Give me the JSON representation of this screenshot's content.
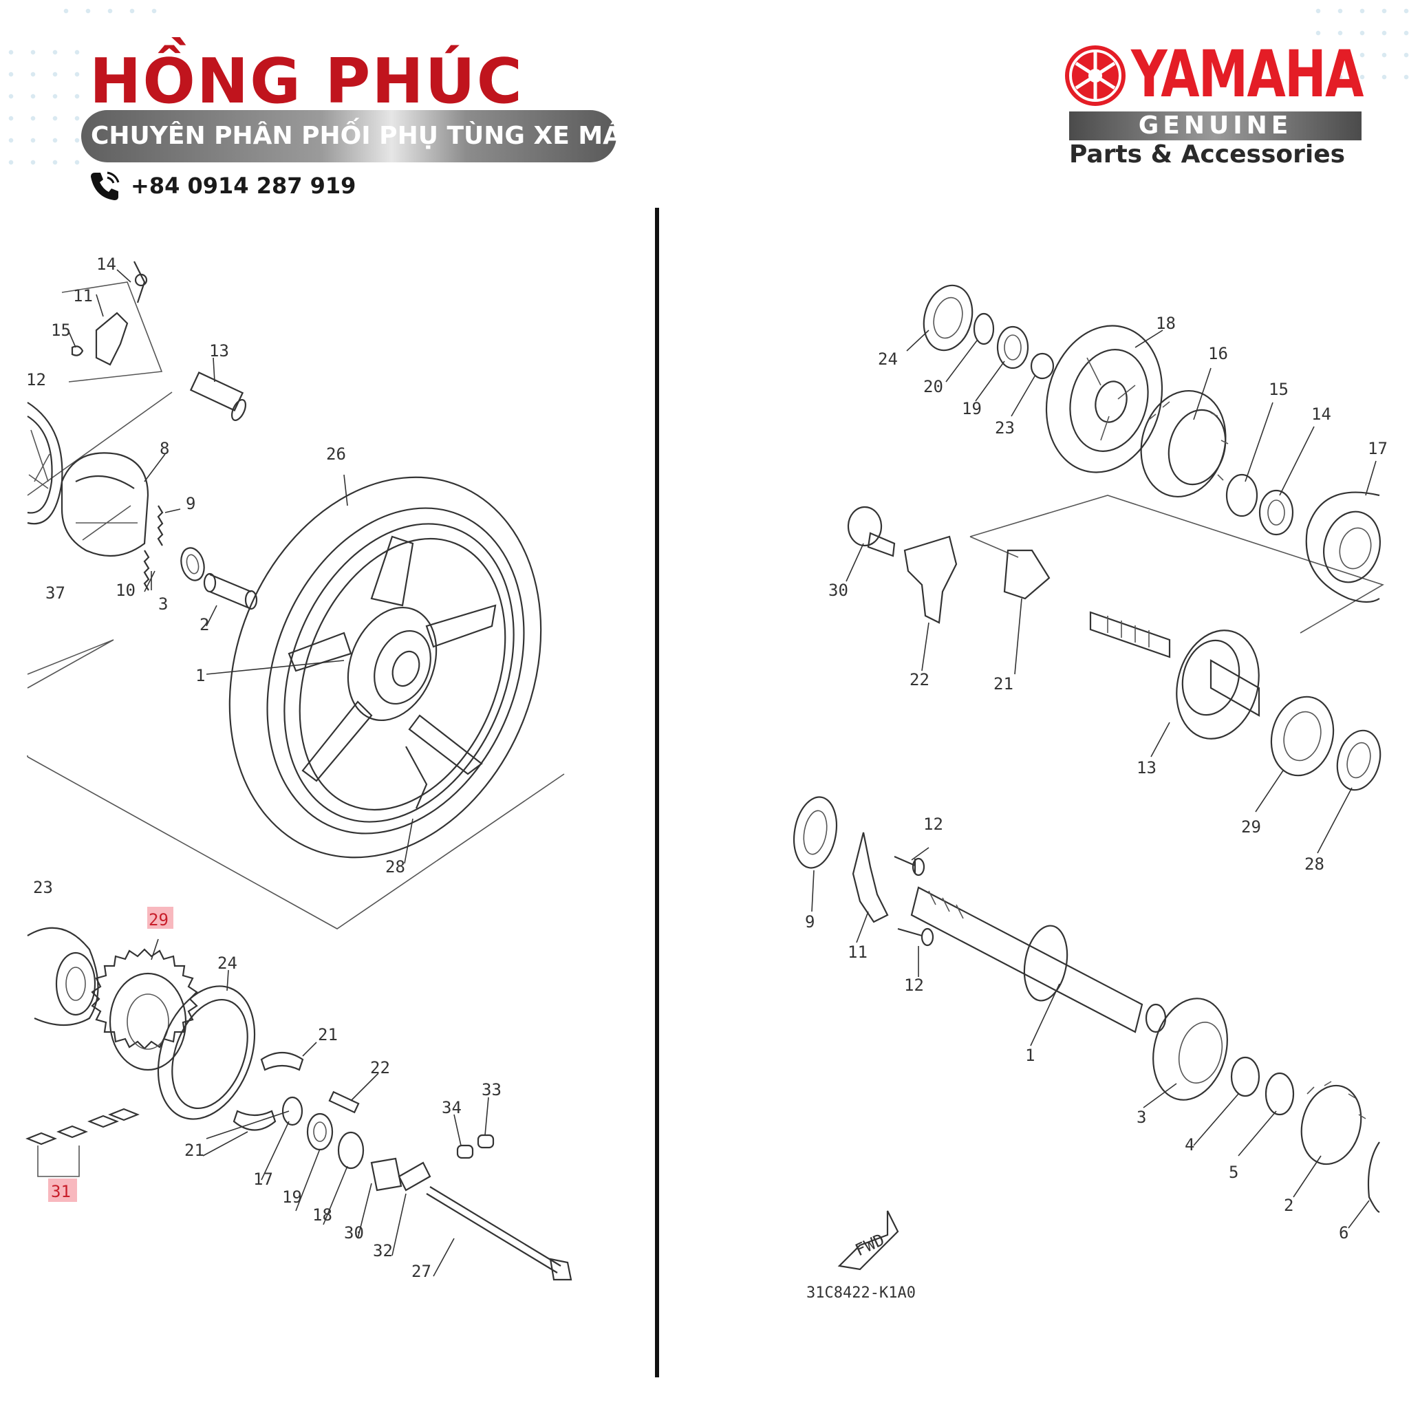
{
  "header": {
    "brand": "HỒNG PHÚC",
    "tagline": "CHUYÊN PHÂN PHỐI PHỤ TÙNG XE MÁY",
    "phone": "+84 0914 287 919"
  },
  "logo": {
    "brand": "YAMAHA",
    "genuine": "GENUINE",
    "subtitle": "Parts & Accessories"
  },
  "icons": {
    "phone": "phone-icon",
    "logo": "yamaha-tuning-fork-icon",
    "fwd": "fwd-arrow-icon"
  },
  "colors": {
    "brand_red": "#c0141d",
    "yamaha_red": "#e41d26",
    "highlight": "#f5a0a8"
  },
  "left_diagram": {
    "labels": [
      "14",
      "11",
      "15",
      "12",
      "13",
      "8",
      "9",
      "26",
      "37",
      "10",
      "3",
      "2",
      "1",
      "28",
      "23",
      "29",
      "24",
      "21",
      "22",
      "21",
      "34",
      "33",
      "17",
      "19",
      "18",
      "30",
      "32",
      "27",
      "31"
    ]
  },
  "right_diagram": {
    "labels": [
      "24",
      "20",
      "19",
      "23",
      "18",
      "16",
      "15",
      "14",
      "17",
      "30",
      "22",
      "21",
      "13",
      "29",
      "28",
      "12",
      "9",
      "11",
      "12",
      "1",
      "3",
      "4",
      "5",
      "2",
      "6"
    ],
    "fwd": "FWD",
    "code": "31C8422-K1A0"
  }
}
